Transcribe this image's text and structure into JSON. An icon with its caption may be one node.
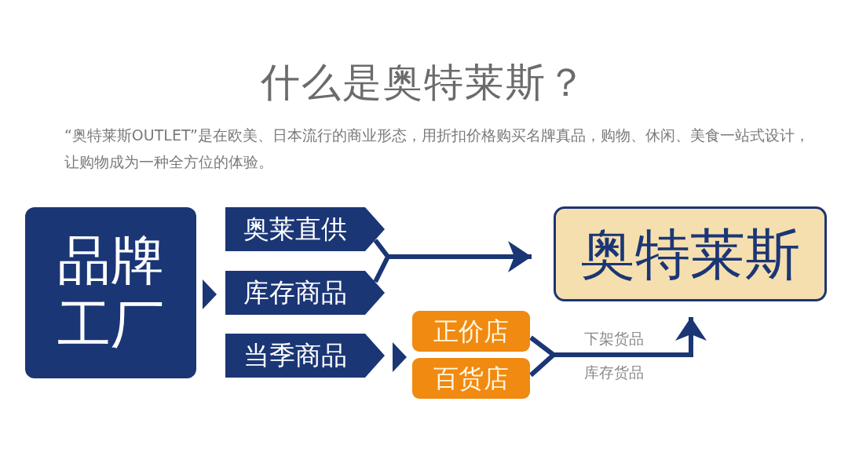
{
  "diagram": {
    "title": "什么是奥特莱斯？",
    "nodes": [
      {
        "text": [
          "品牌工厂"
        ]
      },
      {
        "text": [
          "奥莱直供"
        ]
      },
      {
        "text": [
          "库存商品"
        ]
      },
      {
        "text": [
          "当季商品"
        ]
      },
      {
        "text": [
          "正价店"
        ]
      },
      {
        "text": [
          "百货店"
        ]
      },
      {
        "text": [
          "奥特莱斯"
        ]
      }
    ],
    "edges": [
      {
        "from": 0,
        "to": 1,
        "arrow": "to"
      },
      {
        "from": 0,
        "to": 2,
        "arrow": "to"
      },
      {
        "from": 0,
        "to": 3,
        "arrow": "to"
      },
      {
        "from": 3,
        "to": 4,
        "arrow": "to"
      },
      {
        "from": 3,
        "to": 5,
        "arrow": "to"
      },
      {
        "from": 1,
        "to": 6,
        "arrow": "to"
      },
      {
        "from": 2,
        "to": 6,
        "arrow": "to"
      },
      {
        "from": 4,
        "to": 6,
        "arrow": "to",
        "label": "下架货品"
      },
      {
        "from": 5,
        "to": 6,
        "arrow": "to",
        "label": "库存货品"
      }
    ],
    "labels": [
      "“奥特莱斯OUTLET”是在欧美、日本流行的商业形态，用折扣价格购买名牌真品，购物、休闲、美食一站式设计，让购物成为一种全方位的体验。"
    ]
  }
}
